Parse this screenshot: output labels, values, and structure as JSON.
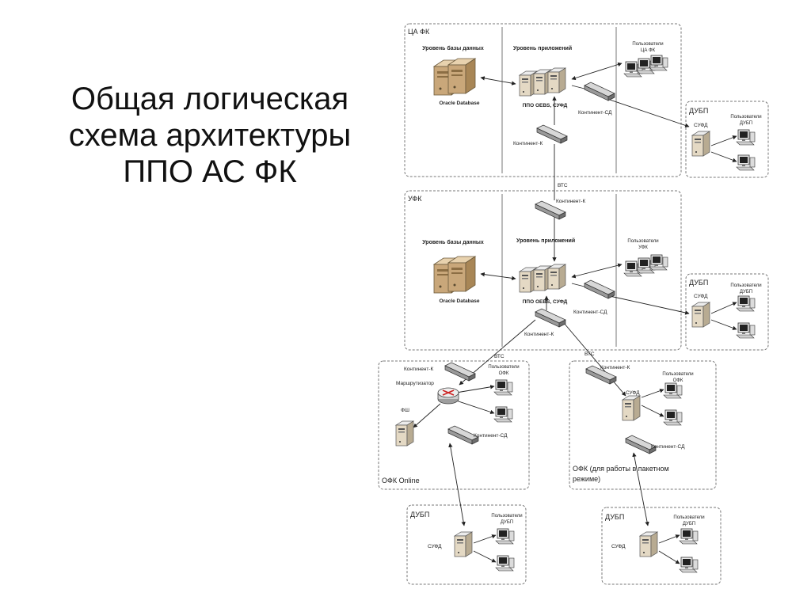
{
  "slide": {
    "title_lines": [
      "Общая логическая",
      "схема архитектуры",
      "ППО АС ФК"
    ]
  },
  "diagram": {
    "ca_fk": {
      "title": "ЦА ФК",
      "db_level": "Уровень базы данных",
      "app_level": "Уровень приложений",
      "oracle": "Oracle Database",
      "ppo": "ППО OEBS, СУФД",
      "users_1": "Пользователи",
      "users_2": "ЦА ФК",
      "continent_sd": "Континент-СД",
      "continent_k": "Континент-К"
    },
    "vtc_1": "ВТС",
    "ufk": {
      "title": "УФК",
      "db_level": "Уровень базы данных",
      "app_level": "Уровень приложений",
      "oracle": "Oracle Database",
      "ppo": "ППО OEBS, СУФД",
      "users_1": "Пользователи",
      "users_2": "УФК",
      "continent_k_top": "Континент-К",
      "continent_sd": "Континент-СД",
      "continent_k_bottom": "Континент-К"
    },
    "dubp_1": {
      "title": "ДУБП",
      "sufd": "СУФД",
      "users_1": "Пользователи",
      "users_2": "ДУБП"
    },
    "dubp_2": {
      "title": "ДУБП",
      "sufd": "СУФД",
      "users_1": "Пользователи",
      "users_2": "ДУБП"
    },
    "vtc_2": "ВТС",
    "vtc_3": "ВТС",
    "ofk_online": {
      "title": "ОФК Online",
      "continent_k": "Континент-К",
      "router": "Маршрутизатор",
      "fsh": "ФШ",
      "users_1": "Пользователи",
      "users_2": "ОФК",
      "continent_sd": "Континент-СД"
    },
    "ofk_batch": {
      "title_1": "ОФК (для работы в пакетном",
      "title_2": "режиме)",
      "continent_k": "Континент-К",
      "sufd": "СУФД",
      "users_1": "Пользователи",
      "users_2": "ОФК",
      "continent_sd": "Континент-СД"
    },
    "dubp_3": {
      "title": "ДУБП",
      "sufd": "СУФД",
      "users_1": "Пользователи",
      "users_2": "ДУБП"
    },
    "dubp_4": {
      "title": "ДУБП",
      "sufd": "СУФД",
      "users_1": "Пользователи",
      "users_2": "ДУБП"
    }
  }
}
